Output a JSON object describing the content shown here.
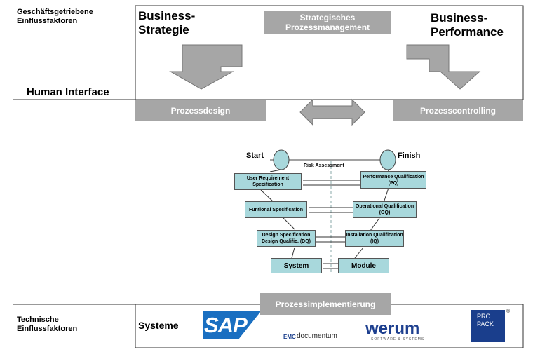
{
  "labels": {
    "business_factors": "Geschäftsgetriebene Einflussfaktoren",
    "human_interface": "Human Interface",
    "technical_factors": "Technische Einflussfaktoren",
    "business_strategy": "Business-Strategie",
    "business_performance": "Business-Performance",
    "strategic_pm": "Strategisches Prozessmanagement",
    "process_design": "Prozessdesign",
    "process_controlling": "Prozesscontrolling",
    "process_implementation": "Prozessimplementierung",
    "systems": "Systeme"
  },
  "vmodel": {
    "start": "Start",
    "finish": "Finish",
    "risk": "Risk Assessment",
    "urs": "User Requirement Specification",
    "fs": "Funtional Specification",
    "ds": "Design Specification Design Qualific. (DQ)",
    "system": "System",
    "module": "Module",
    "iq": "Installation Qualification (IQ)",
    "oq": "Operational Qualification (OQ)",
    "pq": "Performance Qualification (PQ)"
  },
  "logos": {
    "sap": "SAP",
    "emc": "EMC",
    "documentum": "documentum",
    "werum": "werum",
    "werum_sub": "SOFTWARE & SYSTEMS",
    "propack": "PRO PACK",
    "registered": "®"
  },
  "colors": {
    "grey": "#a6a6a6",
    "cyan": "#a8d8dc",
    "sap_blue": "#1a6fc1",
    "werum_blue": "#1d3f8f",
    "propack_blue": "#1a3e8c"
  }
}
